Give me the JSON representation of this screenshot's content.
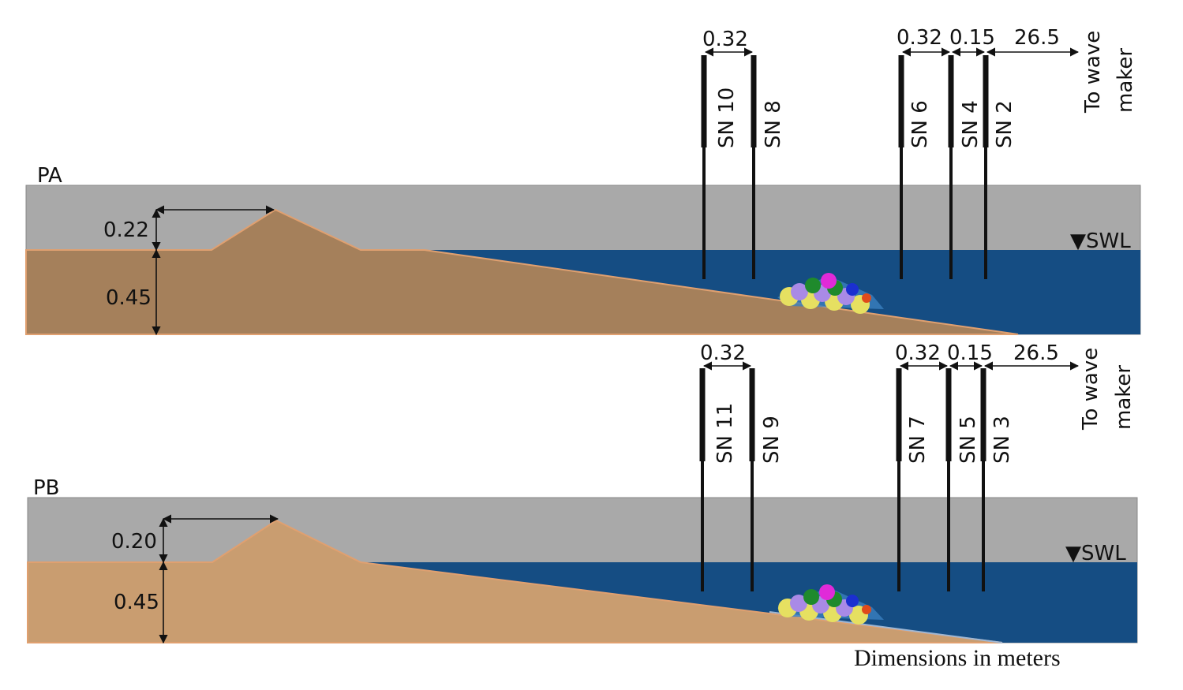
{
  "panels": [
    {
      "id": "PA",
      "label": "PA",
      "berm_height": "0.22",
      "depth": "0.45",
      "swl_label": "▼SWL",
      "spacings": [
        "0.32",
        "0.32",
        "0.15",
        "26.5"
      ],
      "to_wave_maker": [
        "To wave",
        "maker"
      ],
      "gauges": [
        "SN 10",
        "SN 8",
        "SN 6",
        "SN 4",
        "SN 2"
      ],
      "colors": {
        "sand": "#a5805b"
      }
    },
    {
      "id": "PB",
      "label": "PB",
      "berm_height": "0.20",
      "depth": "0.45",
      "swl_label": "▼SWL",
      "spacings": [
        "0.32",
        "0.32",
        "0.15",
        "26.5"
      ],
      "to_wave_maker": [
        "To wave",
        "maker"
      ],
      "gauges": [
        "SN 11",
        "SN 9",
        "SN 7",
        "SN 5",
        "SN 3"
      ],
      "colors": {
        "sand": "#c99d70"
      }
    }
  ],
  "caption": "Dimensions in meters",
  "colors": {
    "air": "#a9a9a9",
    "water": "#154d83",
    "gauge": "#111111",
    "dimension_line": "#111111"
  }
}
